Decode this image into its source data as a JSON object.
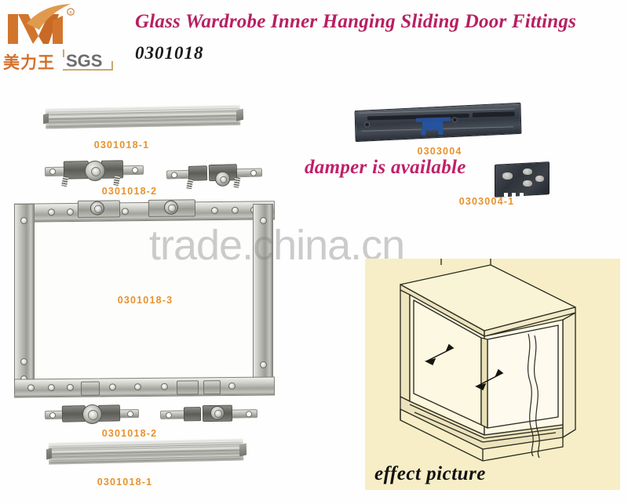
{
  "header": {
    "logo": {
      "mark_alt": "orange-stylized-M-with-swoosh",
      "trademark_symbol": "®",
      "chinese_name": "美力王",
      "certification": "SGS"
    },
    "title": "Glass Wardrobe Inner Hanging Sliding Door Fittings",
    "model_code": "0301018"
  },
  "parts": {
    "track_top": {
      "label": "0301018-1",
      "name": "aluminium-sliding-track"
    },
    "rollers_top": {
      "label": "0301018-2",
      "name": "roller-hanger-assembly"
    },
    "frame": {
      "label": "0301018-3",
      "name": "aluminium-door-frame"
    },
    "rollers_bottom": {
      "label": "0301018-2",
      "name": "roller-hanger-assembly"
    },
    "track_bottom": {
      "label": "0301018-1",
      "name": "aluminium-sliding-track"
    },
    "damper": {
      "label": "0303004",
      "name": "soft-close-damper"
    },
    "damper_bracket": {
      "label": "0303004-1",
      "name": "damper-mounting-bracket"
    }
  },
  "notes": {
    "damper_available": "damper is available",
    "effect_caption": "effect picture"
  },
  "watermark": {
    "text": "trade.china.cn"
  },
  "colors": {
    "title_magenta": "#b81f62",
    "note_magenta": "#c02069",
    "label_orange": "#e8922c",
    "logo_orange": "#d4702a",
    "sgs_gray": "#6d6d6d",
    "effect_bg": "#f7eec7",
    "damper_blue": "#2a4f96",
    "damper_body": "#414750",
    "metal_silver": "#c2c2bd",
    "page_bg": "#fefefe"
  }
}
